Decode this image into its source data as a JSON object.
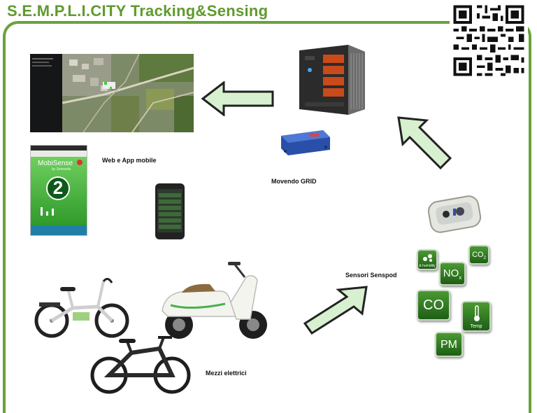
{
  "title": "S.E.M.P.L.I.CITY Tracking&Sensing",
  "labels": {
    "web_app": "Web e App mobile",
    "grid": "Movendo GRID",
    "sensors": "Sensori Senspod",
    "vehicles": "Mezzi elettrici"
  },
  "app": {
    "brand": "MobiSense",
    "brand_sub": "by Semantic",
    "level": "2"
  },
  "tiles": {
    "humidity": "& humidity",
    "no": "NO",
    "no_sub": "x",
    "co2": "CO",
    "co2_sub": "2",
    "co": "CO",
    "temp": "Temp",
    "pm": "PM"
  },
  "colors": {
    "brand_green": "#5f9a2e",
    "arrow_fill": "#d7f0d0",
    "arrow_stroke": "#222222"
  }
}
